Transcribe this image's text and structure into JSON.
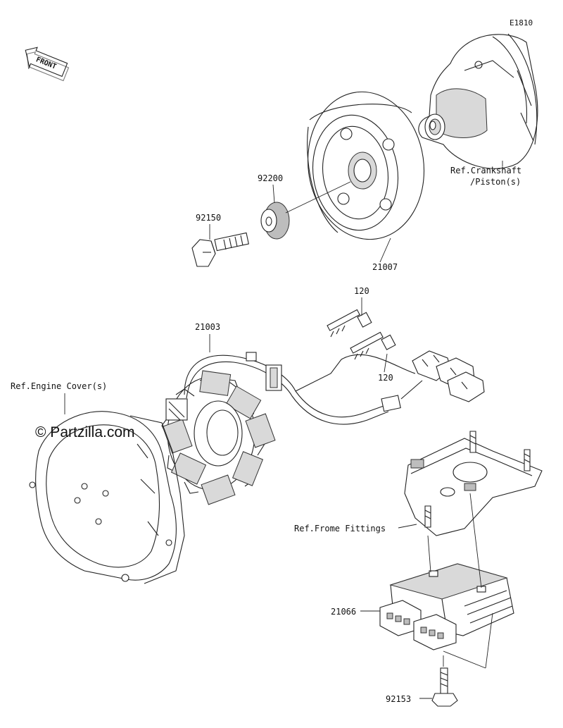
{
  "diagram": {
    "code": "E1810",
    "front_label": "FRONT",
    "watermark": "© Partzilla.com",
    "parts": {
      "flywheel": "21007",
      "washer": "92200",
      "bolt": "92150",
      "stator": "21003",
      "bolt_upper": "120",
      "bolt_lower": "120",
      "regulator": "21066",
      "regulator_bolt": "92153"
    },
    "refs": {
      "crankshaft_line1": "Ref.Crankshaft",
      "crankshaft_line2": "/Piston(s)",
      "engine_cover": "Ref.Engine Cover(s)",
      "frame_fittings": "Ref.Frome Fittings"
    }
  }
}
